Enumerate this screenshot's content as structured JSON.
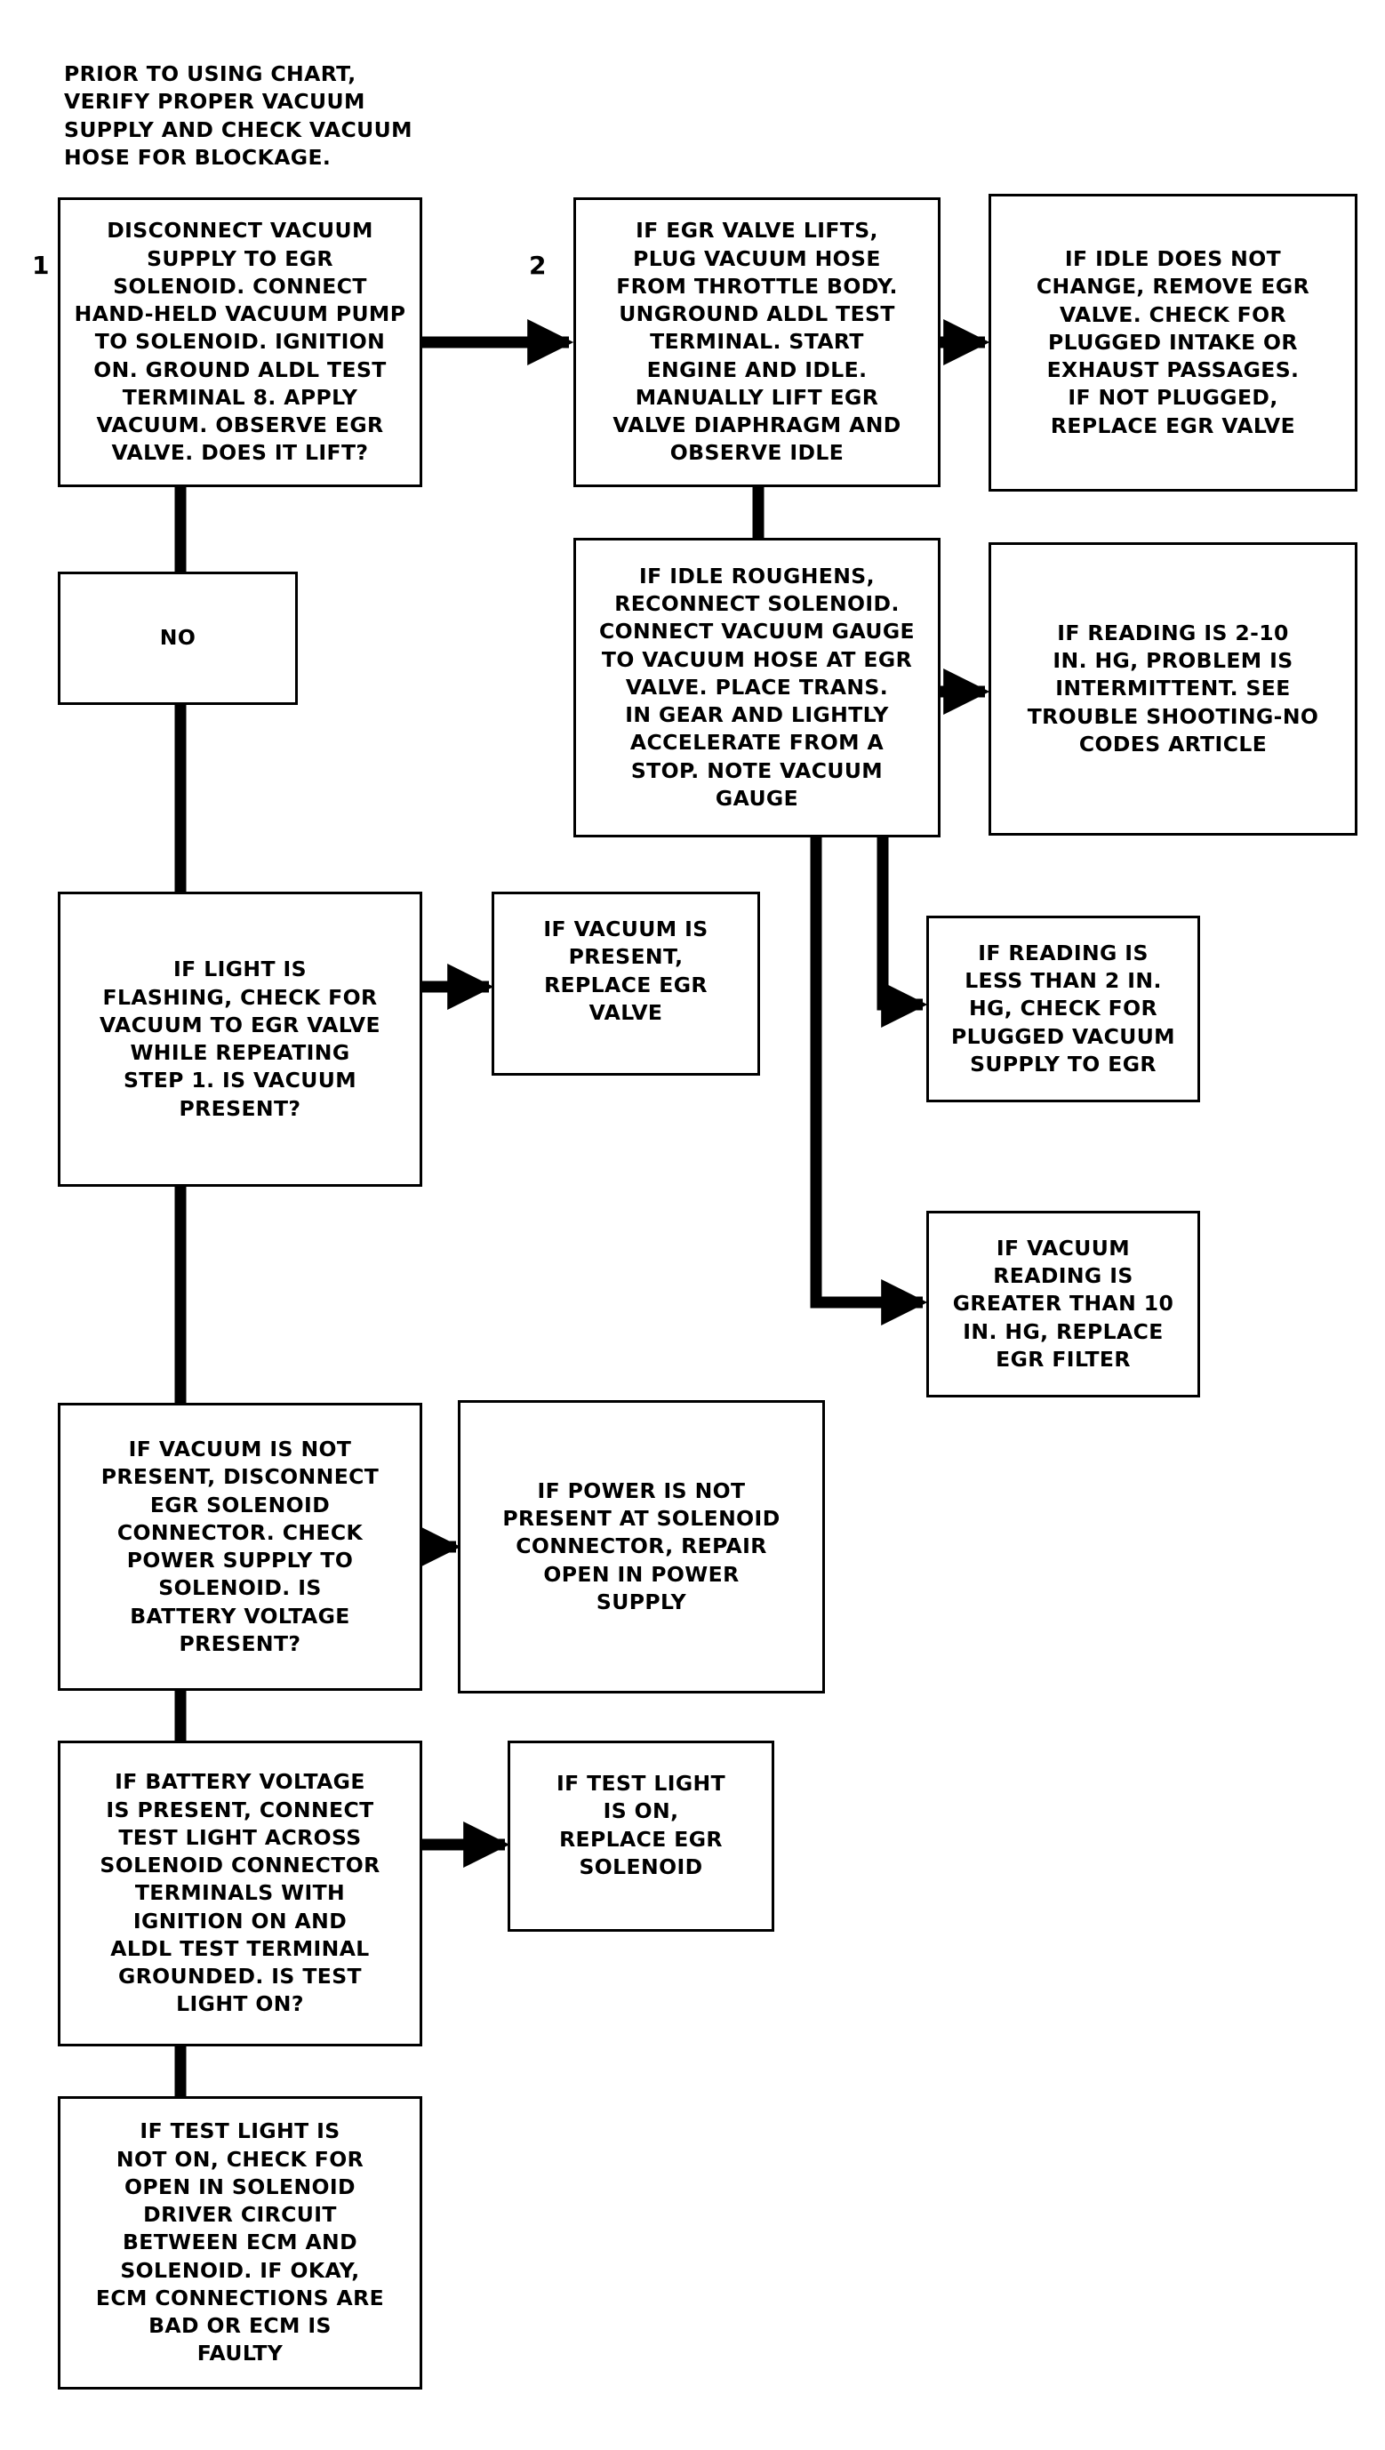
{
  "intro": "PRIOR TO USING CHART,\nVERIFY PROPER VACUUM\nSUPPLY AND CHECK VACUUM\nHOSE FOR BLOCKAGE.",
  "steps": {
    "one": "1",
    "two": "2"
  },
  "boxes": {
    "step1": "DISCONNECT VACUUM\nSUPPLY TO EGR\nSOLENOID. CONNECT\nHAND-HELD VACUUM PUMP\nTO SOLENOID. IGNITION\nON. GROUND ALDL TEST\nTERMINAL 8. APPLY\nVACUUM. OBSERVE EGR\nVALVE. DOES IT LIFT?",
    "no": "NO",
    "light_flashing": "IF LIGHT IS\nFLASHING, CHECK FOR\nVACUUM TO EGR VALVE\nWHILE REPEATING\nSTEP 1. IS VACUUM\nPRESENT?",
    "vacuum_present": "IF VACUUM IS\nPRESENT,\nREPLACE EGR\nVALVE",
    "vacuum_not_present": "IF VACUUM IS NOT\nPRESENT, DISCONNECT\nEGR SOLENOID\nCONNECTOR. CHECK\nPOWER SUPPLY TO\nSOLENOID. IS\nBATTERY VOLTAGE\nPRESENT?",
    "power_not_present": "IF POWER IS NOT\nPRESENT AT SOLENOID\nCONNECTOR, REPAIR\nOPEN IN POWER\nSUPPLY",
    "battery_present": "IF BATTERY VOLTAGE\nIS PRESENT, CONNECT\nTEST LIGHT ACROSS\nSOLENOID CONNECTOR\nTERMINALS WITH\nIGNITION ON AND\nALDL TEST TERMINAL\nGROUNDED. IS TEST\nLIGHT ON?",
    "test_light_on": "IF TEST LIGHT\nIS ON,\nREPLACE EGR\nSOLENOID",
    "test_light_not_on": "IF TEST LIGHT IS\nNOT ON, CHECK FOR\nOPEN IN SOLENOID\nDRIVER CIRCUIT\nBETWEEN ECM AND\nSOLENOID. IF OKAY,\nECM CONNECTIONS ARE\nBAD OR ECM IS\nFAULTY",
    "step2": "IF EGR VALVE LIFTS,\nPLUG VACUUM HOSE\nFROM THROTTLE BODY.\nUNGROUND ALDL TEST\nTERMINAL. START\nENGINE AND IDLE.\nMANUALLY LIFT EGR\nVALVE DIAPHRAGM AND\nOBSERVE IDLE",
    "idle_no_change": "IF IDLE DOES NOT\nCHANGE, REMOVE EGR\nVALVE. CHECK FOR\nPLUGGED INTAKE OR\nEXHAUST PASSAGES.\nIF NOT PLUGGED,\nREPLACE EGR VALVE",
    "idle_roughens": "IF IDLE ROUGHENS,\nRECONNECT SOLENOID.\nCONNECT VACUUM GAUGE\nTO VACUUM HOSE AT EGR\nVALVE. PLACE TRANS.\nIN GEAR AND LIGHTLY\nACCELERATE FROM A\nSTOP. NOTE VACUUM\nGAUGE",
    "reading_2_10": "IF READING IS 2-10\nIN. HG, PROBLEM IS\nINTERMITTENT. SEE\nTROUBLE SHOOTING-NO\nCODES ARTICLE",
    "reading_less_2": "IF READING IS\nLESS THAN 2 IN.\nHG, CHECK FOR\nPLUGGED VACUUM\nSUPPLY TO EGR",
    "reading_greater_10": "IF VACUUM\nREADING IS\nGREATER THAN 10\nIN. HG, REPLACE\nEGR FILTER"
  }
}
